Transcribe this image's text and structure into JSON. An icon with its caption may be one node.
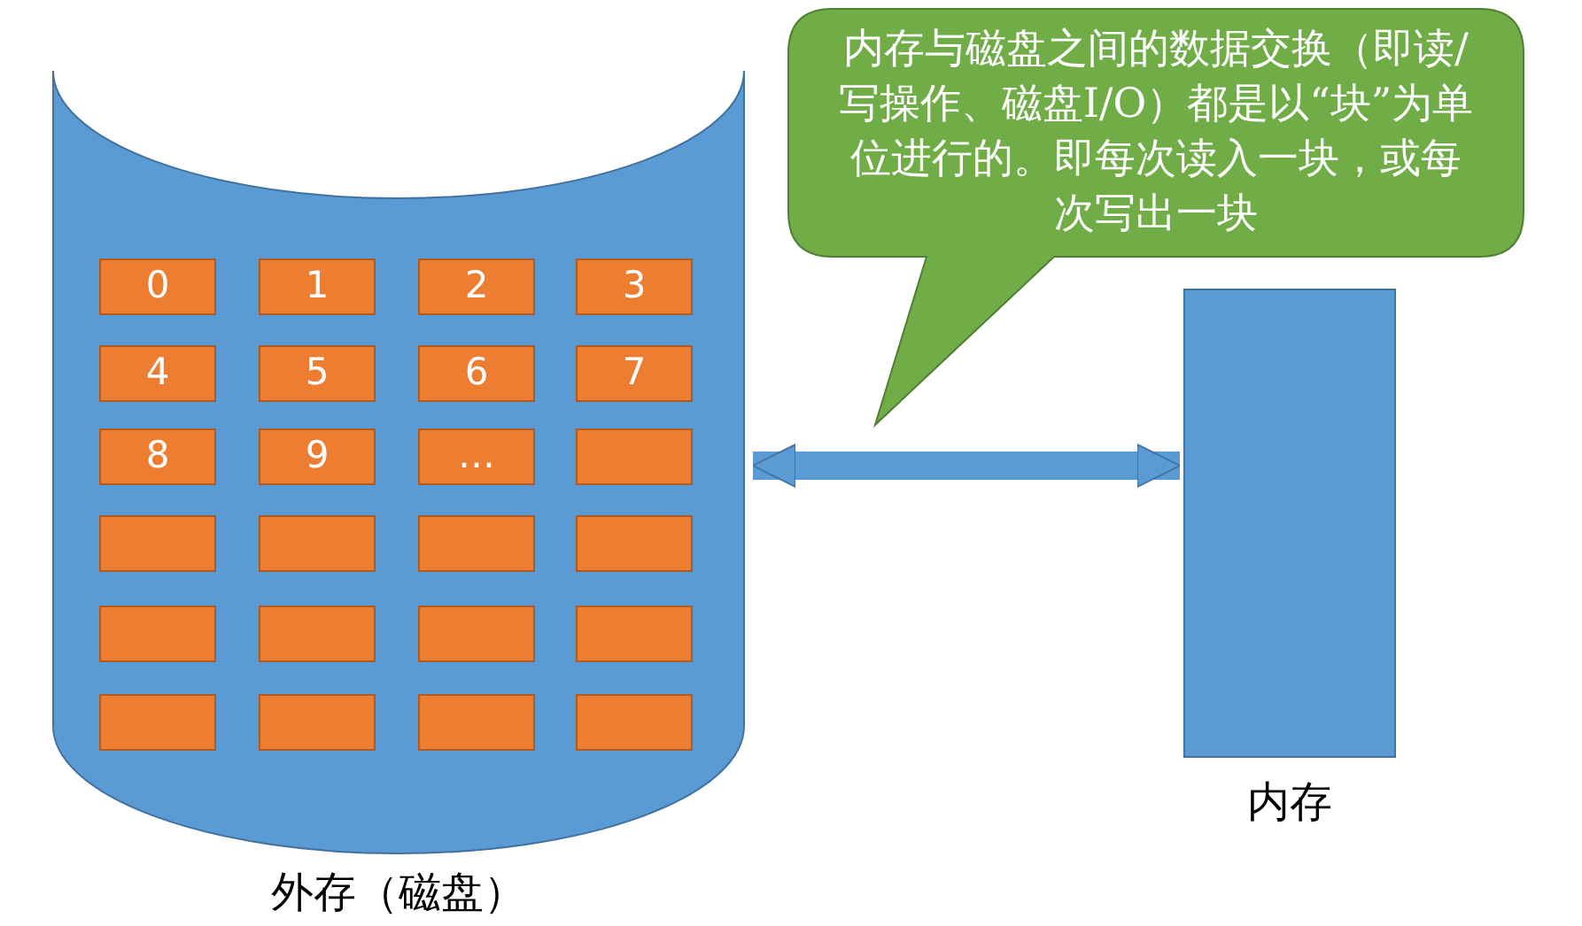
{
  "diagram": {
    "nodes": [
      {
        "text": [
          "外存（磁盘）"
        ]
      },
      {
        "text": [
          "0"
        ],
        "in": 0
      },
      {
        "text": [
          "1"
        ],
        "in": 0
      },
      {
        "text": [
          "2"
        ],
        "in": 0
      },
      {
        "text": [
          "3"
        ],
        "in": 0
      },
      {
        "text": [
          "4"
        ],
        "in": 0
      },
      {
        "text": [
          "5"
        ],
        "in": 0
      },
      {
        "text": [
          "6"
        ],
        "in": 0
      },
      {
        "text": [
          "7"
        ],
        "in": 0
      },
      {
        "text": [
          "8"
        ],
        "in": 0
      },
      {
        "text": [
          "9"
        ],
        "in": 0
      },
      {
        "text": [
          "…"
        ],
        "in": 0
      },
      {
        "text": [],
        "shape": "box",
        "in": 0
      },
      {
        "text": [],
        "shape": "box",
        "in": 0
      },
      {
        "text": [],
        "shape": "box",
        "in": 0
      },
      {
        "text": [],
        "shape": "box",
        "in": 0
      },
      {
        "text": [],
        "shape": "box",
        "in": 0
      },
      {
        "text": [],
        "shape": "box",
        "in": 0
      },
      {
        "text": [],
        "shape": "box",
        "in": 0
      },
      {
        "text": [],
        "shape": "box",
        "in": 0
      },
      {
        "text": [],
        "shape": "box",
        "in": 0
      },
      {
        "text": [],
        "shape": "box",
        "in": 0
      },
      {
        "text": [],
        "shape": "box",
        "in": 0
      },
      {
        "text": [],
        "shape": "box",
        "in": 0
      },
      {
        "text": [],
        "shape": "box",
        "in": 0
      },
      {
        "text": [
          "内存"
        ]
      },
      {
        "text": [
          "内存与磁盘之间的数据交换（即读/写操作、磁盘I/O）都是以“块”为单位进行的。即每次读入一块，或每次写出一块"
        ]
      }
    ],
    "edges": [
      {
        "from": 0,
        "to": 25,
        "arrow": "both"
      }
    ]
  }
}
